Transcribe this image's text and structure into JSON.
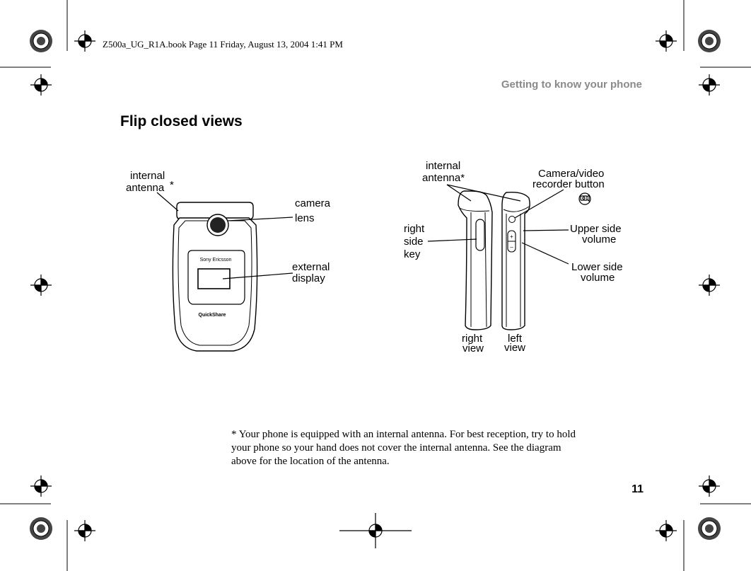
{
  "header": {
    "book_line": "Z500a_UG_R1A.book  Page 11  Friday, August 13, 2004  1:41 PM",
    "running_head": "Getting to know your phone"
  },
  "section_title": "Flip closed views",
  "front_view": {
    "labels": {
      "internal_antenna_1": "internal",
      "internal_antenna_2": "antenna",
      "asterisk": "*",
      "camera_lens_1": "camera",
      "camera_lens_2": "lens",
      "external_display_1": "external",
      "external_display_2": "display"
    },
    "brand": "Sony Ericsson",
    "quickshare": "QuickShare"
  },
  "side_views": {
    "labels": {
      "internal_antenna_1": "internal",
      "internal_antenna_2": "antenna*",
      "camera_button_1": "Camera/video",
      "camera_button_2": "recorder button",
      "right_side_key_1": "right",
      "right_side_key_2": "side",
      "right_side_key_3": "key",
      "upper_volume_1": "Upper side",
      "upper_volume_2": "volume",
      "lower_volume_1": "Lower side",
      "lower_volume_2": "volume",
      "right_view_1": "right",
      "right_view_2": "view",
      "left_view_1": "left",
      "left_view_2": "view",
      "plus": "+",
      "minus": "–"
    }
  },
  "footnote": "* Your phone is equipped with an internal antenna. For best reception, try to hold your phone so your hand does not cover the internal antenna. See the diagram above for the location of the antenna.",
  "page_number": "11"
}
